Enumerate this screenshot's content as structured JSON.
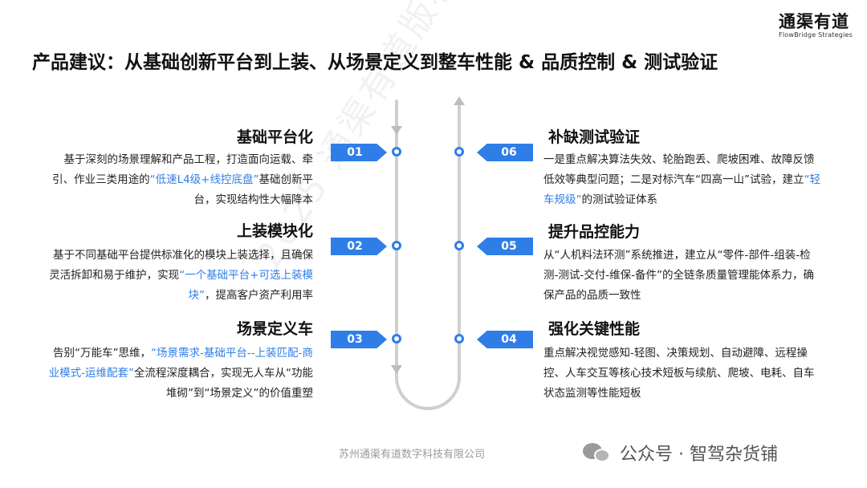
{
  "logo": {
    "name": "通渠有道",
    "sub": "FlowBridge Strategies"
  },
  "page": {
    "title": "产品建议：从基础创新平台到上装、从场景定义到整车性能 & 品质控制 & 测试验证"
  },
  "watermark": "2025 通渠有道版权所有 ·",
  "sections": [
    {
      "num": "01",
      "title": "基础平台化",
      "body": [
        {
          "t": "基于深刻的场景理解和产品工程，打造面向运载、牵引、作业三类用途的"
        },
        {
          "t": "“低速L4级+线控底盘”",
          "hl": true
        },
        {
          "t": "基础创新平台，实现结构性大幅降本"
        }
      ]
    },
    {
      "num": "02",
      "title": "上装模块化",
      "body": [
        {
          "t": "基于不同基础平台提供标准化的模块上装选择，且确保灵活拆卸和易于维护，实现"
        },
        {
          "t": "“一个基础平台+可选上装模块”",
          "hl": true
        },
        {
          "t": "，提高客户资产利用率"
        }
      ]
    },
    {
      "num": "03",
      "title": "场景定义车",
      "body": [
        {
          "t": "告别“万能车”思维，"
        },
        {
          "t": "“场景需求-基础平台--上装匹配-商业模式-运维配套”",
          "hl": true
        },
        {
          "t": "全流程深度耦合，实现无人车从“功能堆砌”到“场景定义”的价值重塑"
        }
      ]
    },
    {
      "num": "04",
      "title": "强化关键性能",
      "body": [
        {
          "t": "重点解决视觉感知-轻图、决策规划、自动避障、远程操控、人车交互等核心技术短板与续航、爬坡、电耗、自车状态监测等性能短板"
        }
      ]
    },
    {
      "num": "05",
      "title": "提升品控能力",
      "body": [
        {
          "t": "从“人机料法环测”系统推进，建立从“零件-部件-组装-检测-测试-交付-维保-备件”的全链条质量管理能体系力，确保产品的品质一致性"
        }
      ]
    },
    {
      "num": "06",
      "title": "补缺测试验证",
      "body": [
        {
          "t": "一是重点解决算法失效、轮胎跑丢、爬坡困难、故障反馈低效等典型问题；二是对标汽车“四高一山”试验，建立"
        },
        {
          "t": "“轻车规级”",
          "hl": true
        },
        {
          "t": "的测试验证体系"
        }
      ]
    }
  ],
  "footer": {
    "company": "苏州通渠有道数字科技有限公司",
    "account": "公众号 · 智驾杂货铺"
  },
  "colors": {
    "accent": "#2f7ee8",
    "track": "#cfcfcf"
  }
}
